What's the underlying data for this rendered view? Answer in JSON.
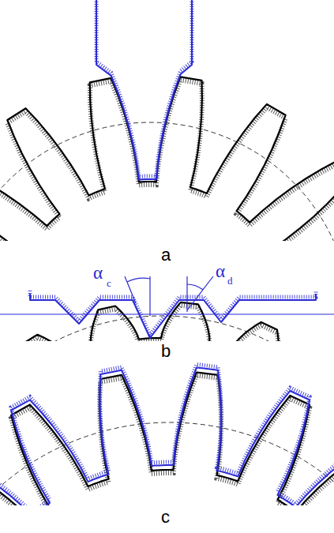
{
  "diagram": {
    "labels": [
      "a",
      "α",
      "c",
      "α",
      "d",
      "b",
      "c"
    ]
  }
}
